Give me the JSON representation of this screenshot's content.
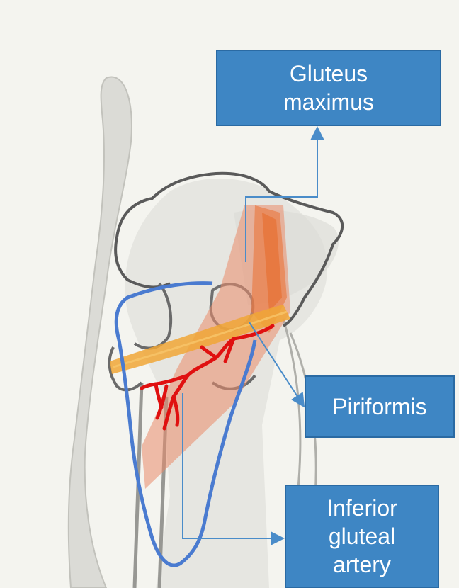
{
  "labels": {
    "gluteus": {
      "line1": "Gluteus",
      "line2": "maximus"
    },
    "piriformis": {
      "line1": "Piriformis"
    },
    "inferior": {
      "line1": "Inferior",
      "line2": "gluteal",
      "line3": "artery"
    }
  },
  "colors": {
    "background": "#f4f4ef",
    "label_box": "#3e86c4",
    "label_text": "#ffffff",
    "leader_line": "#4a8cc9",
    "gluteus_maximus": "#e98a6a",
    "piriformis": "#f0a636",
    "inferior_gluteal_artery": "#e01010",
    "outline_blue": "#4a7bd0",
    "bone_outline": "#555555"
  }
}
